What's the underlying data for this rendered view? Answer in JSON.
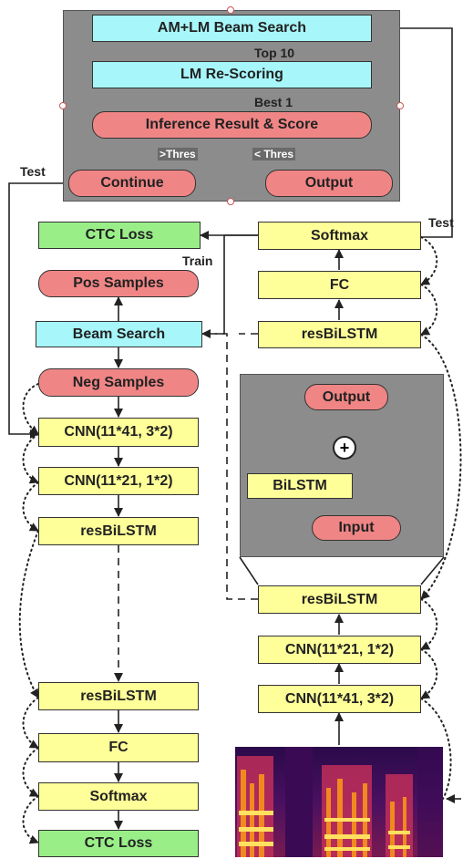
{
  "top_panel": {
    "beam_search": "AM+LM Beam Search",
    "top10": "Top 10",
    "rescoring": "LM Re-Scoring",
    "best1": "Best 1",
    "inference": "Inference Result & Score",
    "gt_thres": ">Thres",
    "lt_thres": "< Thres",
    "continue": "Continue",
    "output": "Output"
  },
  "labels": {
    "test_left": "Test",
    "test_right": "Test",
    "train": "Train"
  },
  "left_column": {
    "ctc_loss_top": "CTC Loss",
    "pos_samples": "Pos Samples",
    "beam_search": "Beam Search",
    "neg_samples": "Neg Samples",
    "cnn1": "CNN(11*41, 3*2)",
    "cnn2": "CNN(11*21, 1*2)",
    "resbilstm_top": "resBiLSTM",
    "resbilstm_bottom": "resBiLSTM",
    "fc": "FC",
    "softmax": "Softmax",
    "ctc_loss_bottom": "CTC Loss"
  },
  "right_column": {
    "softmax": "Softmax",
    "fc": "FC",
    "resbilstm_top": "resBiLSTM",
    "resbilstm_bottom": "resBiLSTM",
    "cnn2": "CNN(11*21, 1*2)",
    "cnn1": "CNN(11*41, 3*2)"
  },
  "detail_panel": {
    "output": "Output",
    "plus": "+",
    "bilstm": "BiLSTM",
    "input": "Input"
  },
  "colors": {
    "cyan": "#a7f6fa",
    "yellow": "#ffff99",
    "red": "#f08585",
    "green": "#99ee88",
    "panel": "#8c8c8c"
  }
}
